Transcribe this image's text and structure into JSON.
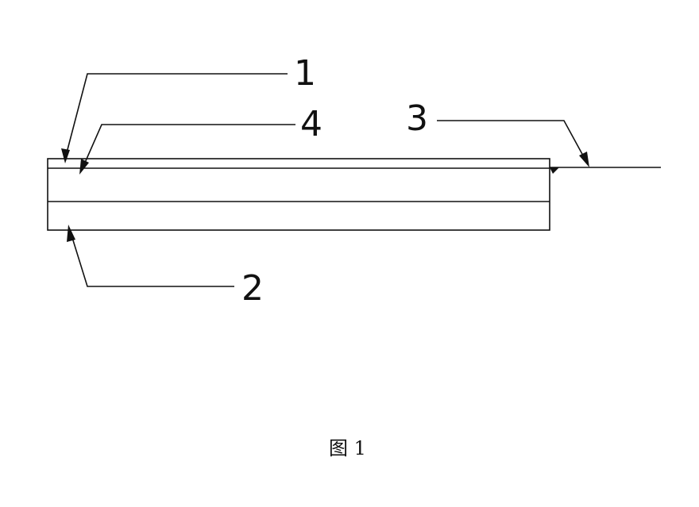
{
  "callouts": {
    "label_1": "1",
    "label_2": "2",
    "label_3": "3",
    "label_4": "4"
  },
  "caption": "图 1",
  "colors": {
    "line": "#111111",
    "background": "#ffffff"
  }
}
